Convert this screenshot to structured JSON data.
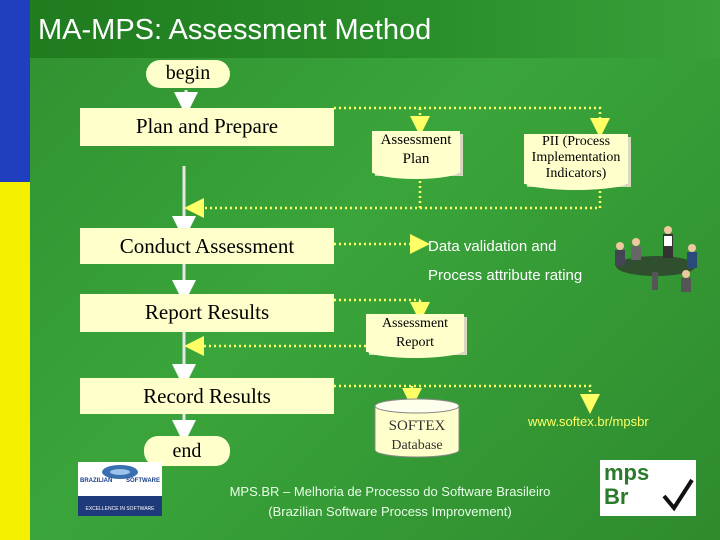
{
  "title": "MA-MPS: Assessment Method",
  "flow": {
    "begin": "begin",
    "plan_prepare": "Plan and Prepare",
    "conduct": "Conduct Assessment",
    "report": "Report  Results",
    "record": "Record Results",
    "end": "end"
  },
  "artifacts": {
    "assessment_plan_line1": "Assessment",
    "assessment_plan_line2": "Plan",
    "pii_line1": "PII (Process",
    "pii_line2": "Implementation",
    "pii_line3": "Indicators)",
    "validation_line1": "Data validation and",
    "validation_line2": "Process attribute rating",
    "assessment_report_line1": "Assessment",
    "assessment_report_line2": "Report",
    "db_line1": "SOFTEX",
    "db_line2": "Database"
  },
  "url": "www.softex.br/mpsbr",
  "footer": {
    "line1": "MPS.BR – Melhoria de Processo do Software Brasileiro",
    "line2": "(Brazilian Software Process Improvement)"
  },
  "logos": {
    "left_line1": "BRAZILIAN",
    "left_line2": "SOFTWARE",
    "left_line3": "EXCELLENCE IN SOFTWARE",
    "right_line1": "mps",
    "right_line2": "Br"
  },
  "colors": {
    "background": "#3aa53a",
    "box_fill": "#ffffcc",
    "strip_blue": "#1f3fbf",
    "strip_yellow": "#f5f000",
    "connector": "#ffff66"
  },
  "icons": [
    "meeting-people-icon",
    "database-cylinder-icon",
    "checkmark-icon"
  ]
}
